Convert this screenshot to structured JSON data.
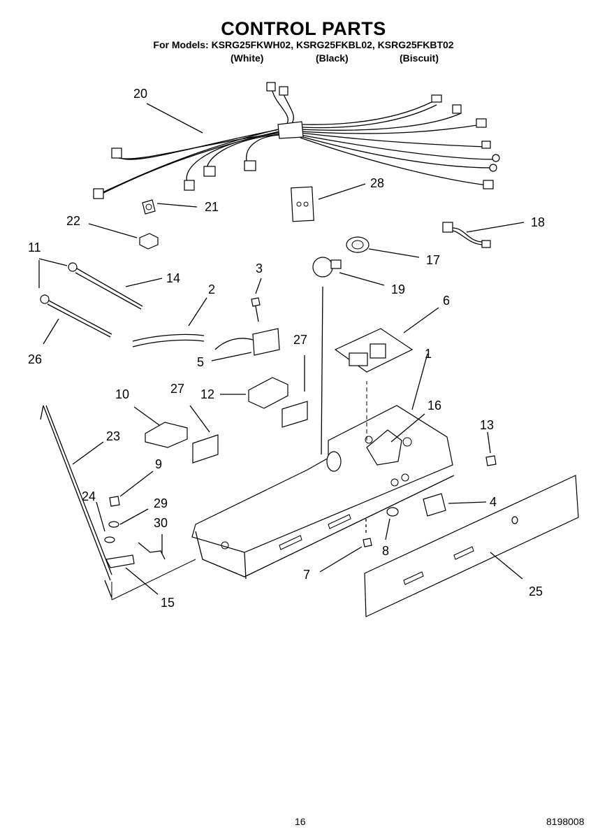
{
  "header": {
    "title": "CONTROL PARTS",
    "models": "For Models: KSRG25FKWH02, KSRG25FKBL02, KSRG25FKBT02",
    "colors": [
      "(White)",
      "(Black)",
      "(Biscuit)"
    ]
  },
  "callouts": [
    "20",
    "21",
    "22",
    "28",
    "18",
    "17",
    "19",
    "11",
    "14",
    "3",
    "2",
    "26",
    "5",
    "6",
    "1",
    "27",
    "10",
    "12",
    "27",
    "16",
    "13",
    "23",
    "9",
    "24",
    "29",
    "30",
    "4",
    "8",
    "7",
    "15",
    "25"
  ],
  "footer": {
    "page": "16",
    "code": "8198008"
  }
}
